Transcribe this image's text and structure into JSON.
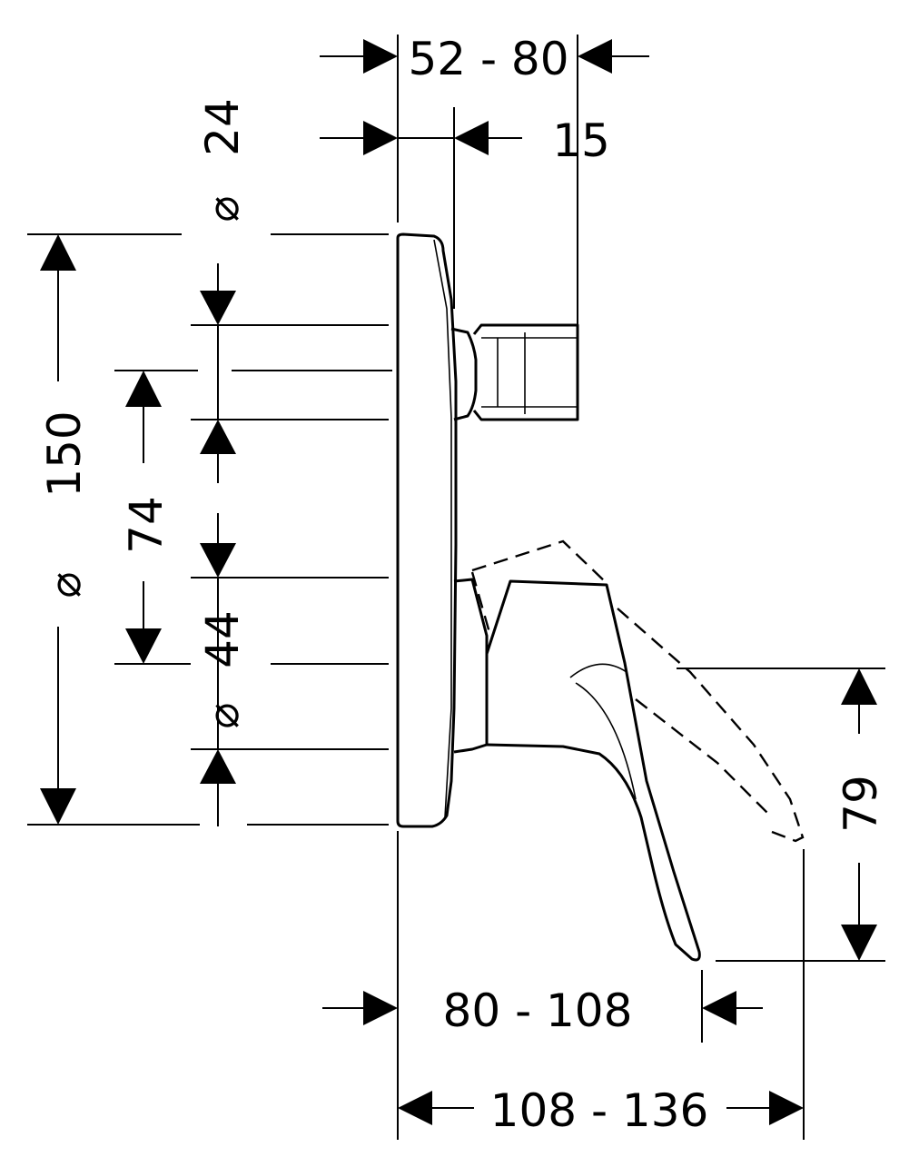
{
  "dimensions": {
    "top_width": "52 - 80",
    "top_small": "15",
    "dia_24": "24",
    "dia_150": "150",
    "h_74": "74",
    "dia_44": "44",
    "h_79": "79",
    "bottom_1": "80 - 108",
    "bottom_2": "108 - 136"
  },
  "symbols": {
    "diameter": "⌀"
  },
  "colors": {
    "line": "#000000",
    "background": "#ffffff"
  }
}
